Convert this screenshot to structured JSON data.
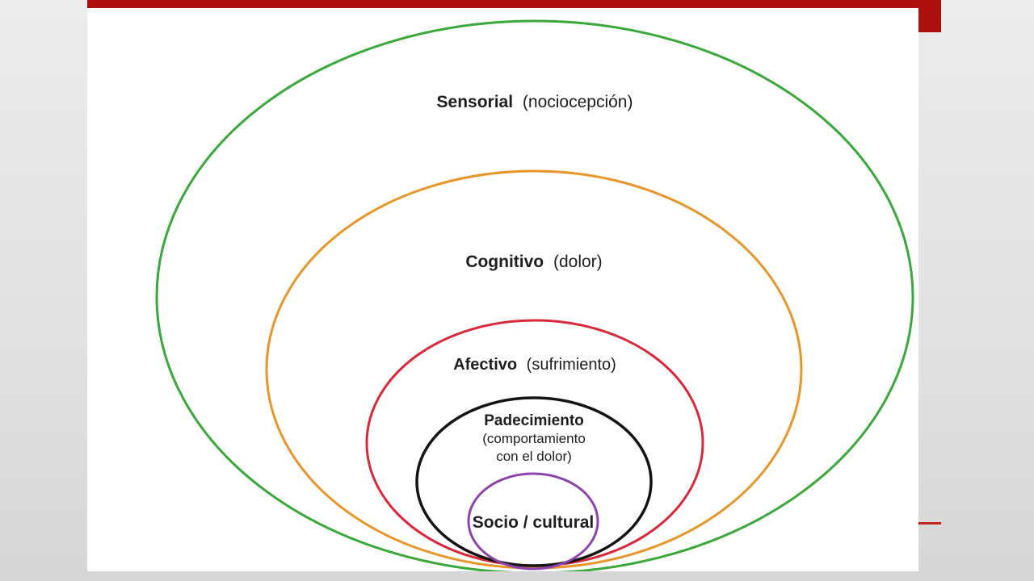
{
  "slide": {
    "accent_color": "#ad0f0f"
  },
  "diagram": {
    "layers": [
      {
        "key": "sensorial",
        "color": "#3aa83a",
        "bold": "Sensorial",
        "detail": "(nociocepción)"
      },
      {
        "key": "cognitivo",
        "color": "#e8962a",
        "bold": "Cognitivo",
        "detail": "(dolor)"
      },
      {
        "key": "afectivo",
        "color": "#d9283a",
        "bold": "Afectivo",
        "detail": "(sufrimiento)"
      },
      {
        "key": "padecimiento",
        "color": "#141414",
        "bold": "Padecimiento",
        "detail_line1": "(comportamiento",
        "detail_line2": "con el dolor)"
      },
      {
        "key": "socio-cultural",
        "color": "#8e44ad",
        "bold": "Socio / cultural"
      }
    ]
  }
}
